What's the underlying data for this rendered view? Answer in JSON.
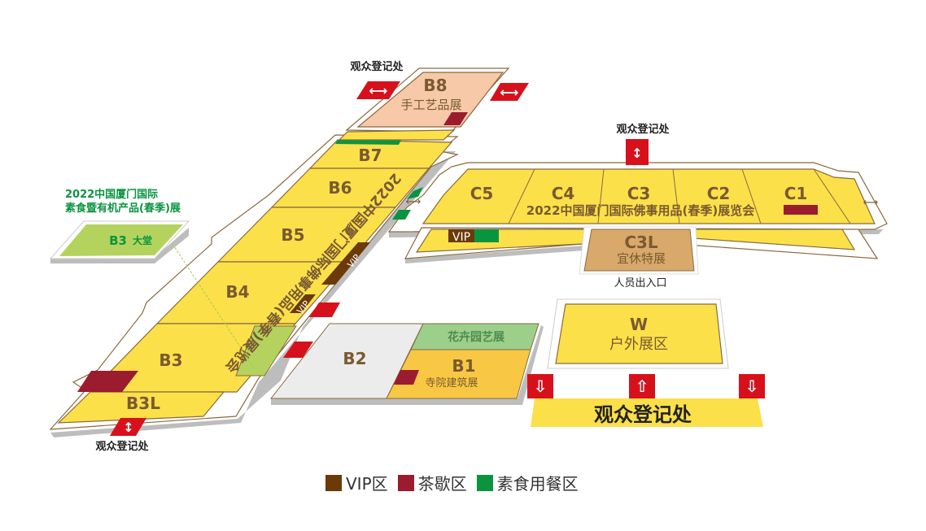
{
  "colors": {
    "hall": "#fbe04a",
    "b8": "#f7c9a8",
    "b2": "#ececec",
    "b1": "#f8c845",
    "flower": "#9ccf8a",
    "lobby": "#b4d35e",
    "c3l": "#d8a96b",
    "text": "#7a5a30",
    "red": "#d7111c",
    "tea": "#9a1c2e",
    "vip": "#6b3a08",
    "veg": "#0a9440"
  },
  "halls": {
    "b8": {
      "code": "B8",
      "name": "手工艺品展"
    },
    "b7": "B7",
    "b6": "B6",
    "b5": "B5",
    "b4": "B4",
    "b3": "B3",
    "b3l": "B3L",
    "b2": "B2",
    "b1": {
      "code": "B1",
      "name": "寺院建筑展"
    },
    "flower": "花卉园艺展",
    "c5": "C5",
    "c4": "C4",
    "c3": "C3",
    "c2": "C2",
    "c1": "C1",
    "c3l": {
      "code": "C3L",
      "name": "宜休特展"
    },
    "w": {
      "code": "W",
      "name": "户外展区"
    },
    "lobby": {
      "code": "B3",
      "name": "大堂"
    }
  },
  "b_hall_title": "2022中国厦门国际佛事用品(春季)展览会",
  "c_hall_title": "2022中国厦门国际佛事用品(春季)展览会",
  "veg_expo": {
    "line1": "2022中国厦门国际",
    "line2": "素食暨有机产品(春季)展"
  },
  "vip_labels": [
    "VIP",
    "VIP",
    "VIP"
  ],
  "registration": {
    "top_b8": "观众登记处",
    "top_c": "观众登记处",
    "bottom_left": "观众登记处",
    "main": "观众登记处"
  },
  "staff_entrance": "人员出入口",
  "legend": [
    {
      "label": "VIP区",
      "color": "#6b3a08"
    },
    {
      "label": "茶歇区",
      "color": "#9a1c2e"
    },
    {
      "label": "素食用餐区",
      "color": "#0a9440"
    }
  ]
}
